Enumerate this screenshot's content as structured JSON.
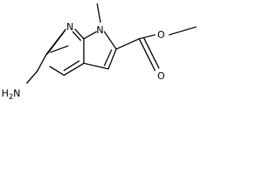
{
  "molecule": {
    "atom_labels": {
      "pyridine_n": "N",
      "pyrrole_n": "N",
      "ether_o": "O",
      "carbonyl_o": "O",
      "amino": "H2N"
    },
    "colors": {
      "ink": "#000000",
      "background": "#ffffff"
    }
  }
}
